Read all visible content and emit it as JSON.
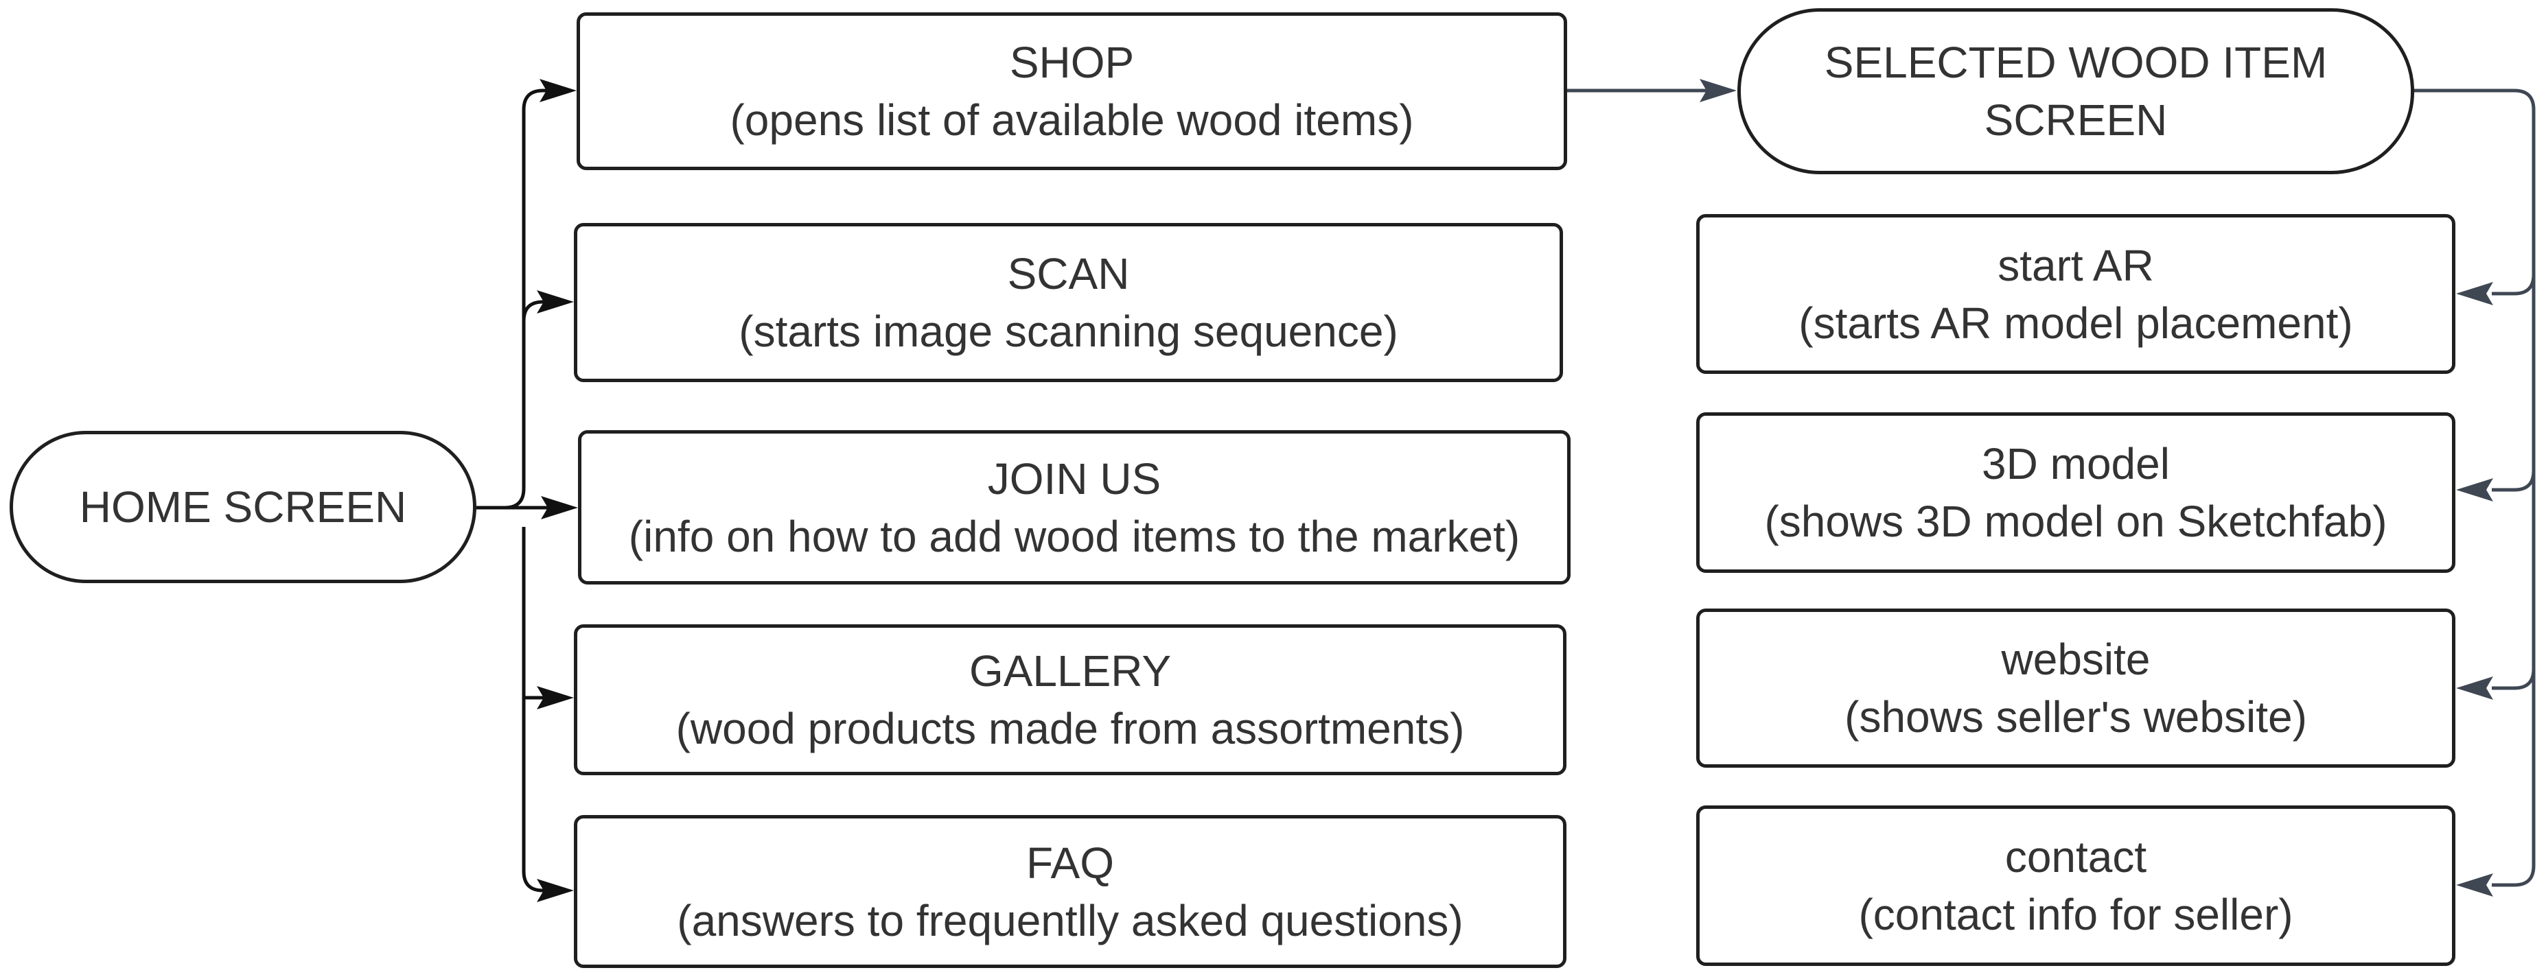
{
  "diagram": {
    "line_color_left": "#111111",
    "line_color_right": "#3f4753",
    "home": {
      "label": "HOME SCREEN"
    },
    "menu": [
      {
        "title": "SHOP",
        "desc": "(opens list of available wood items)"
      },
      {
        "title": "SCAN",
        "desc": "(starts image scanning sequence)"
      },
      {
        "title": "JOIN US",
        "desc": "(info on how to add wood items to the market)"
      },
      {
        "title": "GALLERY",
        "desc": "(wood products made from assortments)"
      },
      {
        "title": "FAQ",
        "desc": "(answers to frequentlly asked questions)"
      }
    ],
    "selected": {
      "line1": "SELECTED WOOD ITEM",
      "line2": "SCREEN"
    },
    "actions": [
      {
        "title": "start AR",
        "desc": "(starts AR model placement)"
      },
      {
        "title": "3D model",
        "desc": "(shows 3D model on Sketchfab)"
      },
      {
        "title": "website",
        "desc": "(shows seller's website)"
      },
      {
        "title": "contact",
        "desc": "(contact info for seller)"
      }
    ]
  }
}
